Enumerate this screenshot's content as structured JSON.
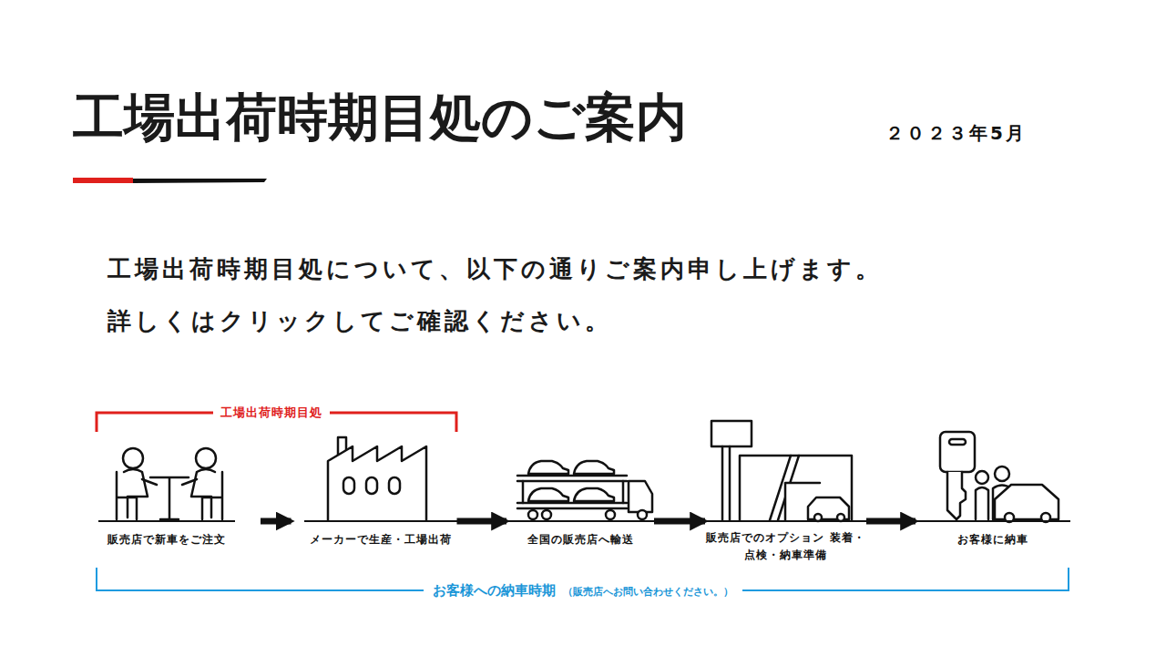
{
  "diagram": {
    "title": "工場出荷時期目処のご案内",
    "nodes": [
      {
        "text": [
          "販売店で新車をご注文"
        ]
      },
      {
        "text": [
          "メーカーで生産・工場出荷"
        ]
      },
      {
        "text": [
          "全国の販売店へ輸送"
        ]
      },
      {
        "text": [
          "販売店でのオプション 装着・点検・納車準備"
        ]
      },
      {
        "text": [
          "お客様に納車"
        ]
      }
    ],
    "edges": [
      {
        "from": 0,
        "to": 1,
        "arrow": "to"
      },
      {
        "from": 1,
        "to": 2,
        "arrow": "to"
      },
      {
        "from": 2,
        "to": 3,
        "arrow": "to"
      },
      {
        "from": 3,
        "to": 4,
        "arrow": "to"
      }
    ],
    "labels": [
      "２０２３年5月",
      "工場出荷時期目処について、以下の通りご案内申し上げます。",
      "詳しくはクリックしてご確認ください。",
      "工場出荷時期目処",
      "お客様への納車時期",
      "（販売店へお問い合わせください。）"
    ]
  }
}
